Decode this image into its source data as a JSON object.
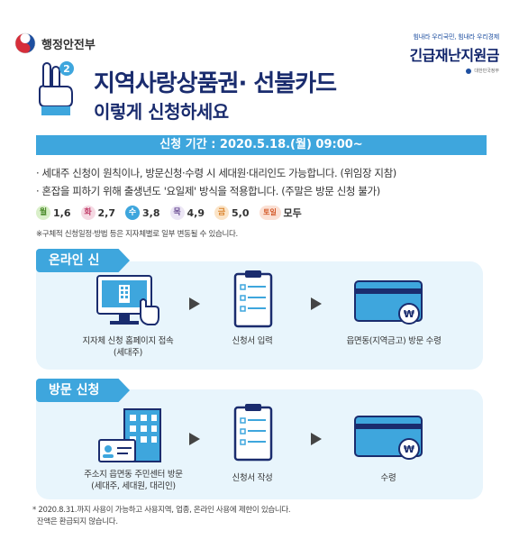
{
  "header": {
    "ministry_name": "행정안전부",
    "campaign_slogan": "힘내라 우리국민, 힘내라 우리경제",
    "campaign_title": "긴급재난지원금",
    "campaign_sub": "대한민국정부",
    "hand_badge": "2",
    "title_line1": "지역사랑상품권· 선불카드",
    "title_line2": "이렇게 신청하세요"
  },
  "period": {
    "text": "신청 기간 : 2020.5.18.(월) 09:00~"
  },
  "notes": {
    "line1": "· 세대주 신청이 원칙이나, 방문신청·수령 시 세대원·대리인도 가능합니다. (위임장 지참)",
    "line2": "· 혼잡을 피하기 위해  출생년도 '요일제' 방식을 적용합니다. (주말은 방문 신청 불가)",
    "days": [
      {
        "day": "월",
        "nums": "1,6",
        "bg": "#d9efc9",
        "fg": "#4a8a2a"
      },
      {
        "day": "화",
        "nums": "2,7",
        "bg": "#f5d9e3",
        "fg": "#c2416c"
      },
      {
        "day": "수",
        "nums": "3,8",
        "bg": "#3ea6dd",
        "fg": "#ffffff"
      },
      {
        "day": "목",
        "nums": "4,9",
        "bg": "#ece6f5",
        "fg": "#6a4c93"
      },
      {
        "day": "금",
        "nums": "5,0",
        "bg": "#fbe4c7",
        "fg": "#d9822b"
      },
      {
        "day": "토일",
        "nums": "모두",
        "bg": "#fbe0d4",
        "fg": "#d45a2a"
      }
    ],
    "caveat": "※구체적 신청일정·방법 등은 지자체별로 일부 변동될 수 있습니다."
  },
  "online": {
    "tab": "온라인 신청",
    "step1": "지자체 신청 홈페이지 접속",
    "step1_sub": "(세대주)",
    "step2": "신청서 입력",
    "step3": "읍면동(지역금고) 방문 수령"
  },
  "visit": {
    "tab": "방문 신청",
    "step1": "주소지 읍면동 주민센터 방문",
    "step1_sub": "(세대주, 세대원, 대리인)",
    "step2": "신청서 작성",
    "step3": "수령"
  },
  "footer": {
    "line1": "* 2020.8.31.까지 사용이 가능하고 사용지역, 업종, 온라인 사용에 제한이 있습니다.",
    "line2": "  잔액은 환급되지 않습니다."
  },
  "colors": {
    "accent": "#3ea6dd",
    "navy": "#1a2c6e",
    "section_bg": "#e8f5fc"
  },
  "icons": {
    "won": "₩"
  }
}
